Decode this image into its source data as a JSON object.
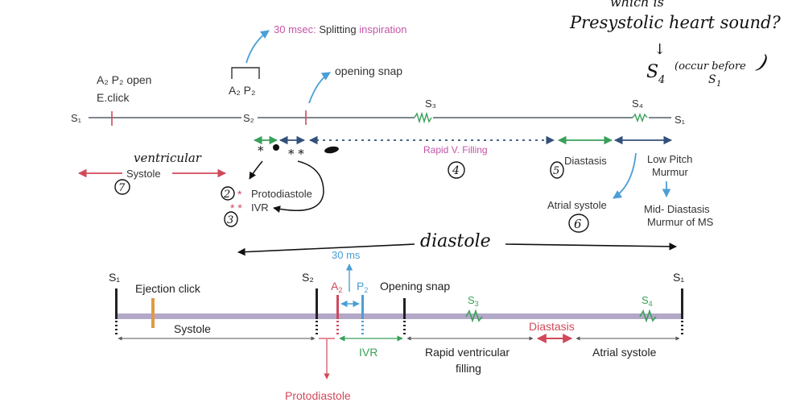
{
  "colors": {
    "line": "#545e6a",
    "timeline": "#b3a8c8",
    "red": "#d0495a",
    "green": "#3aa05a",
    "blue": "#4a9fd6",
    "purple": "#c654a8",
    "dark_blue": "#32507a",
    "orange": "#e09a45",
    "ink": "#111111",
    "text": "#333333",
    "dark": "#222222"
  },
  "annotations": {
    "top_right": [
      "which is",
      "Presystolic heart sound?",
      "↓",
      "S",
      "4",
      "(occur before",
      "S",
      "1",
      ")"
    ],
    "ventricular": "ventricular",
    "diastole": "diastole",
    "numbers": [
      "2",
      "3",
      "4",
      "5",
      "6",
      "7"
    ]
  },
  "upper_diagram": {
    "s1_left": "S₁",
    "s2": "S₂",
    "s3": "S₃",
    "s4": "S₄",
    "s1_right": "S₁",
    "a2p2_open": "A₂ P₂ open",
    "e_click": "E.click",
    "a2p2": "A₂ P₂",
    "split_ms": "30 msec:",
    "split_word": "Splitting",
    "split_insp": "inspiration",
    "opening_snap": "opening snap",
    "rapid_filling": "Rapid V. Filling",
    "systole": "Systole",
    "protodiastole": "Protodiastole",
    "ivr": "IVR",
    "single_star": "*",
    "double_star": "* *",
    "diastasis": "Diastasis",
    "atrial_systole": "Atrial systole",
    "low_pitch": "Low Pitch",
    "murmur": "Murmur",
    "mid_diastasis": "Mid- Diastasis",
    "murmur_ms": "Murmur of MS"
  },
  "lower_diagram": {
    "s1_left": "S₁",
    "s2": "S₂",
    "s1_right": "S₁",
    "ejection_click": "Ejection click",
    "ms30": "30 ms",
    "a2": "A",
    "a2_sub": "2",
    "p2": "P",
    "p2_sub": "2",
    "opening_snap": "Opening snap",
    "s3": "S",
    "s3_sub": "3",
    "s4": "S",
    "s4_sub": "4",
    "systole": "Systole",
    "diastasis": "Diastasis",
    "ivr": "IVR",
    "rapid_line1": "Rapid ventricular",
    "rapid_line2": "filling",
    "atrial_systole": "Atrial systole",
    "protodiastole": "Protodiastole"
  }
}
